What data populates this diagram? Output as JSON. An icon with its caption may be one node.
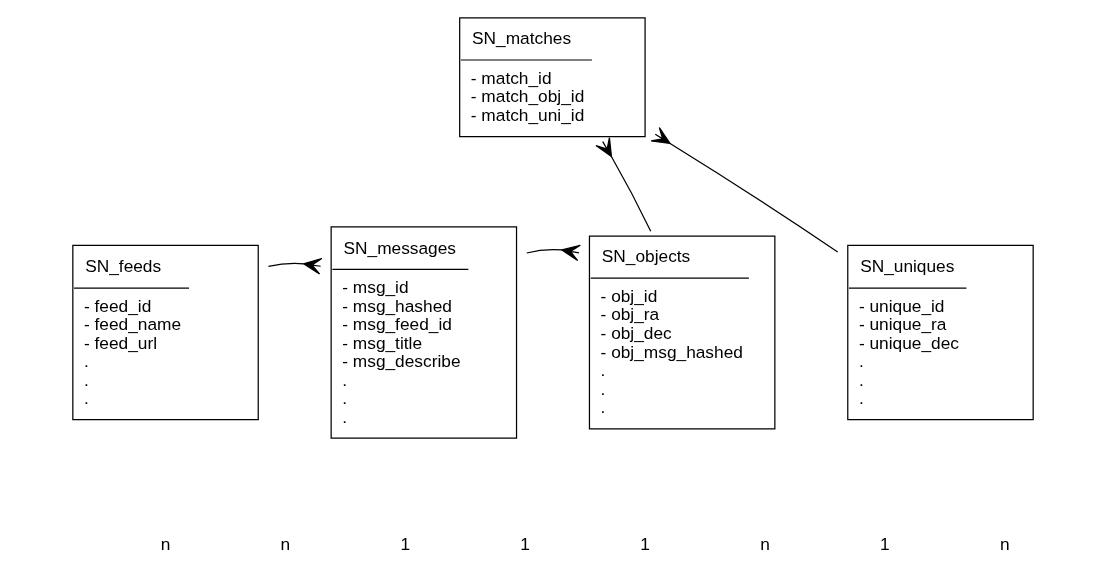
{
  "diagram": {
    "nodes": [
      {
        "text": [
          "SN_matches",
          "- match_id",
          "- match_obj_id",
          "- match_uni_id"
        ]
      },
      {
        "text": [
          "SN_feeds",
          "- feed_id",
          "- feed_name",
          "- feed_url",
          ".",
          ".",
          "."
        ]
      },
      {
        "text": [
          "SN_messages",
          "- msg_id",
          "- msg_hashed",
          "- msg_feed_id",
          "- msg_title",
          "- msg_describe",
          ".",
          ".",
          "."
        ]
      },
      {
        "text": [
          "SN_objects",
          "- obj_id",
          "- obj_ra",
          "- obj_dec",
          "- obj_msg_hashed",
          ".",
          ".",
          "."
        ]
      },
      {
        "text": [
          "SN_uniques",
          "- unique_id",
          "- unique_ra",
          "- unique_dec",
          ".",
          ".",
          "."
        ]
      }
    ],
    "edges": [
      {
        "from": 1,
        "to": 2,
        "arrow": "other"
      },
      {
        "from": 2,
        "to": 3,
        "arrow": "other"
      },
      {
        "from": 3,
        "to": 0,
        "arrow": "other"
      },
      {
        "from": 4,
        "to": 0,
        "arrow": "other"
      }
    ],
    "labels": [
      "n",
      "n",
      "1",
      "1",
      "1",
      "n",
      "1",
      "n"
    ]
  }
}
